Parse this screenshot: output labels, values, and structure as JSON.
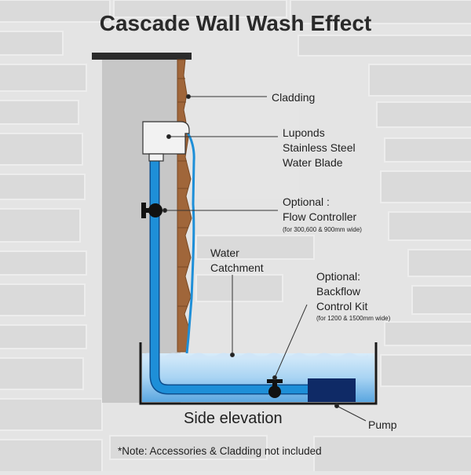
{
  "title": "Cascade Wall Wash Effect",
  "labels": {
    "cladding": "Cladding",
    "blade": [
      "Luponds",
      "Stainless Steel",
      "Water Blade"
    ],
    "flow": [
      "Optional :",
      "Flow Controller"
    ],
    "flow_note": "(for 300,600 & 900mm wide)",
    "catchment": [
      "Water",
      "Catchment"
    ],
    "backflow": [
      "Optional:",
      "Backflow",
      "Control Kit"
    ],
    "backflow_note": "(for 1200 & 1500mm wide)",
    "pump": "Pump",
    "side_elevation": "Side elevation",
    "note": "*Note: Accessories & Cladding not included"
  },
  "colors": {
    "background_stone": "#e6e6e6",
    "wall": "#c7c7c7",
    "wall_cap": "#2b2b2b",
    "cladding": "#a0663a",
    "pipe": "#1e8fd8",
    "water": "#8fc6ee",
    "pump": "#0f2a66",
    "leader_line": "#333333"
  },
  "icons": [
    "valve-icon",
    "pump-icon",
    "water-blade-icon"
  ]
}
